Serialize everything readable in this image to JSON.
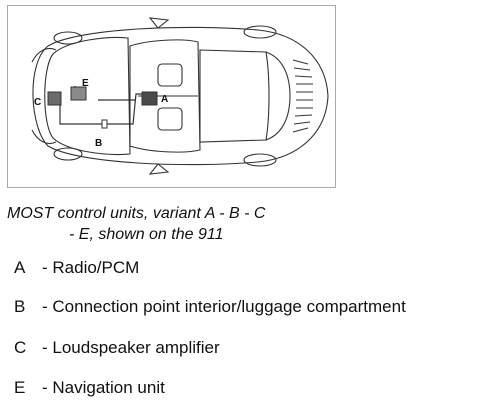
{
  "diagram": {
    "labels": {
      "a": "A",
      "b": "B",
      "c": "C",
      "e": "E"
    }
  },
  "caption": {
    "line1": "MOST control units, variant A - B - C",
    "line2": "- E, shown on the 911"
  },
  "legend": [
    {
      "key": "A",
      "text": "- Radio/PCM"
    },
    {
      "key": "B",
      "text": "- Connection point interior/luggage compartment"
    },
    {
      "key": "C",
      "text": "- Loudspeaker amplifier"
    },
    {
      "key": "E",
      "text": "- Navigation unit"
    }
  ],
  "colors": {
    "frame_border": "#a9a9a9",
    "unit_dark": "#555555",
    "unit_mid": "#888888",
    "line": "#333333"
  }
}
